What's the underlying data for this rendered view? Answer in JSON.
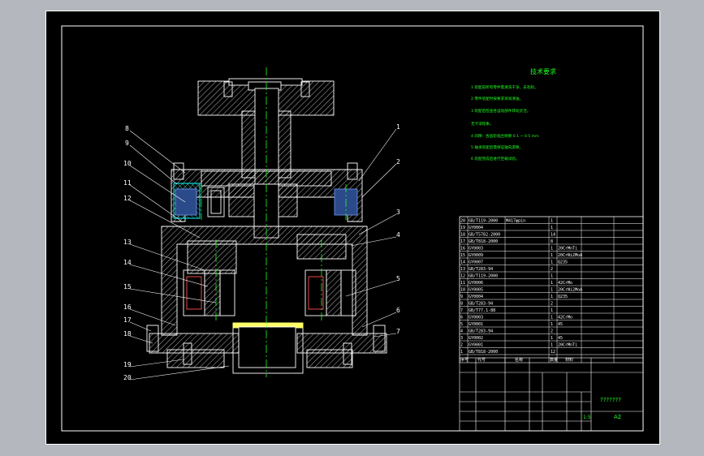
{
  "colors": {
    "line": "#ffffff",
    "hatch": "#00ffff",
    "center": "#21ff21",
    "note": "#21ff21",
    "part": "#2a4a8a",
    "sheet": "#000000",
    "bg": "#b4b7bd"
  },
  "notes": {
    "title": "技术要求",
    "items": [
      "1 装配前所有零件需清洗干净，去毛刺。",
      "2 零件装配时按要求涂润滑油。",
      "3 装配后检查各运动部件转动灵活，",
      "   无卡滞现象。",
      "4 间隙：各齿轮啮合侧隙 0.1 ~ 0.5 mm",
      "5 轴承装配后需保证轴向游隙。",
      "6 装配完成后进行空载试验。"
    ]
  },
  "callouts": [
    "1",
    "2",
    "3",
    "4",
    "5",
    "6",
    "7",
    "8",
    "9",
    "10",
    "11",
    "12",
    "13",
    "14",
    "15",
    "16",
    "17",
    "18",
    "19",
    "20"
  ],
  "bom": [
    {
      "no": "20",
      "code": "GB/T119-2000",
      "name": "M417φpin",
      "qty": "1",
      "mat": ""
    },
    {
      "no": "19",
      "code": "GY0004",
      "name": "",
      "qty": "1",
      "mat": ""
    },
    {
      "no": "18",
      "code": "GB/T5782-2000",
      "name": "",
      "qty": "14",
      "mat": ""
    },
    {
      "no": "17",
      "code": "GB/T818-2000",
      "name": "",
      "qty": "8",
      "mat": ""
    },
    {
      "no": "16",
      "code": "GY0003",
      "name": "",
      "qty": "1",
      "mat": "20CrMnTi"
    },
    {
      "no": "15",
      "code": "GY0009",
      "name": "",
      "qty": "1",
      "mat": "20CrNi2MoA"
    },
    {
      "no": "14",
      "code": "GY0007",
      "name": "",
      "qty": "1",
      "mat": "Q235"
    },
    {
      "no": "13",
      "code": "GB/T283-94",
      "name": "",
      "qty": "2",
      "mat": ""
    },
    {
      "no": "12",
      "code": "GB/T119-2000",
      "name": "",
      "qty": "1",
      "mat": ""
    },
    {
      "no": "11",
      "code": "GY0006",
      "name": "",
      "qty": "1",
      "mat": "42CrMo"
    },
    {
      "no": "10",
      "code": "GY0005",
      "name": "",
      "qty": "1",
      "mat": "20CrNi2MoA"
    },
    {
      "no": "9",
      "code": "GY0004",
      "name": "",
      "qty": "1",
      "mat": "Q235"
    },
    {
      "no": "8",
      "code": "GB/T283-94",
      "name": "",
      "qty": "2",
      "mat": ""
    },
    {
      "no": "7",
      "code": "GB/T77.1-88",
      "name": "",
      "qty": "1",
      "mat": ""
    },
    {
      "no": "6",
      "code": "GY0003",
      "name": "",
      "qty": "1",
      "mat": "42CrMo"
    },
    {
      "no": "5",
      "code": "GY0001",
      "name": "",
      "qty": "1",
      "mat": "45"
    },
    {
      "no": "4",
      "code": "GB/T283-94",
      "name": "",
      "qty": "2",
      "mat": ""
    },
    {
      "no": "3",
      "code": "GY0002",
      "name": "",
      "qty": "1",
      "mat": "45"
    },
    {
      "no": "2",
      "code": "GY0001",
      "name": "",
      "qty": "1",
      "mat": "20CrMnTi"
    },
    {
      "no": "1",
      "code": "GB/T818-2000",
      "name": "",
      "qty": "12",
      "mat": ""
    }
  ],
  "title_block": {
    "header": [
      "序号",
      "代号",
      "名称",
      "数量",
      "材料"
    ],
    "drawing_name": "???????",
    "scale": "1:5",
    "size": "A2"
  }
}
